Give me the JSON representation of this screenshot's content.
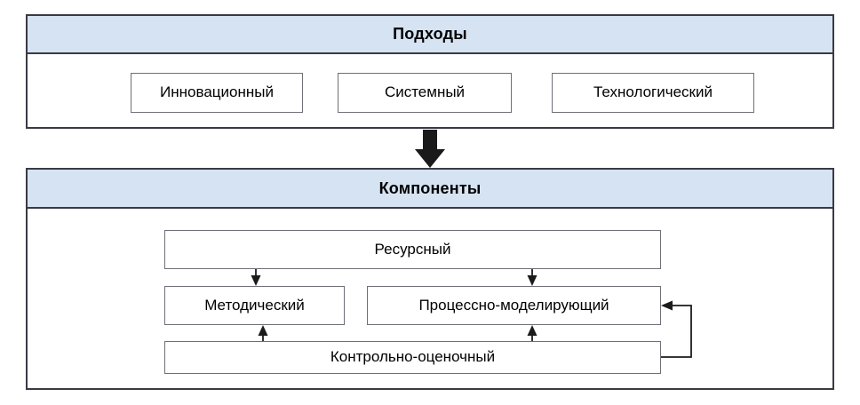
{
  "diagram": {
    "title_visible": false,
    "colors": {
      "header_fill": "#d5e3f3",
      "panel_border": "#3a3a44",
      "node_border": "#6f6f77",
      "connector": "#1b1b1b",
      "background": "#ffffff",
      "text": "#000000"
    },
    "sections": [
      {
        "id": "approaches",
        "header": "Подходы",
        "nodes": [
          {
            "id": "innovacionnyy",
            "label": "Инновационный"
          },
          {
            "id": "sistemnyy",
            "label": "Системный"
          },
          {
            "id": "tehnologicheskiy",
            "label": "Технологический"
          }
        ]
      },
      {
        "id": "components",
        "header": "Компоненты",
        "nodes": [
          {
            "id": "resursnyy",
            "label": "Ресурсный"
          },
          {
            "id": "metodicheskiy",
            "label": "Методический"
          },
          {
            "id": "processno",
            "label": "Процессно-моделирующий"
          },
          {
            "id": "kontrolno",
            "label": "Контрольно-оценочный"
          }
        ]
      }
    ],
    "connectors": [
      {
        "id": "approaches-to-components",
        "from": "approaches",
        "to": "components",
        "style": "thick-block-arrow",
        "direction": "down"
      },
      {
        "id": "resursnyy-to-metodicheskiy",
        "from": "resursnyy",
        "to": "metodicheskiy",
        "direction": "down"
      },
      {
        "id": "resursnyy-to-processno",
        "from": "resursnyy",
        "to": "processno",
        "direction": "down"
      },
      {
        "id": "kontrolno-to-metodicheskiy",
        "from": "kontrolno",
        "to": "metodicheskiy",
        "direction": "up"
      },
      {
        "id": "kontrolno-to-processno",
        "from": "kontrolno",
        "to": "processno",
        "direction": "up"
      },
      {
        "id": "kontrolno-loop-to-processno",
        "from": "kontrolno",
        "to": "processno",
        "direction": "right-up-left",
        "style": "feedback-loop"
      }
    ]
  }
}
